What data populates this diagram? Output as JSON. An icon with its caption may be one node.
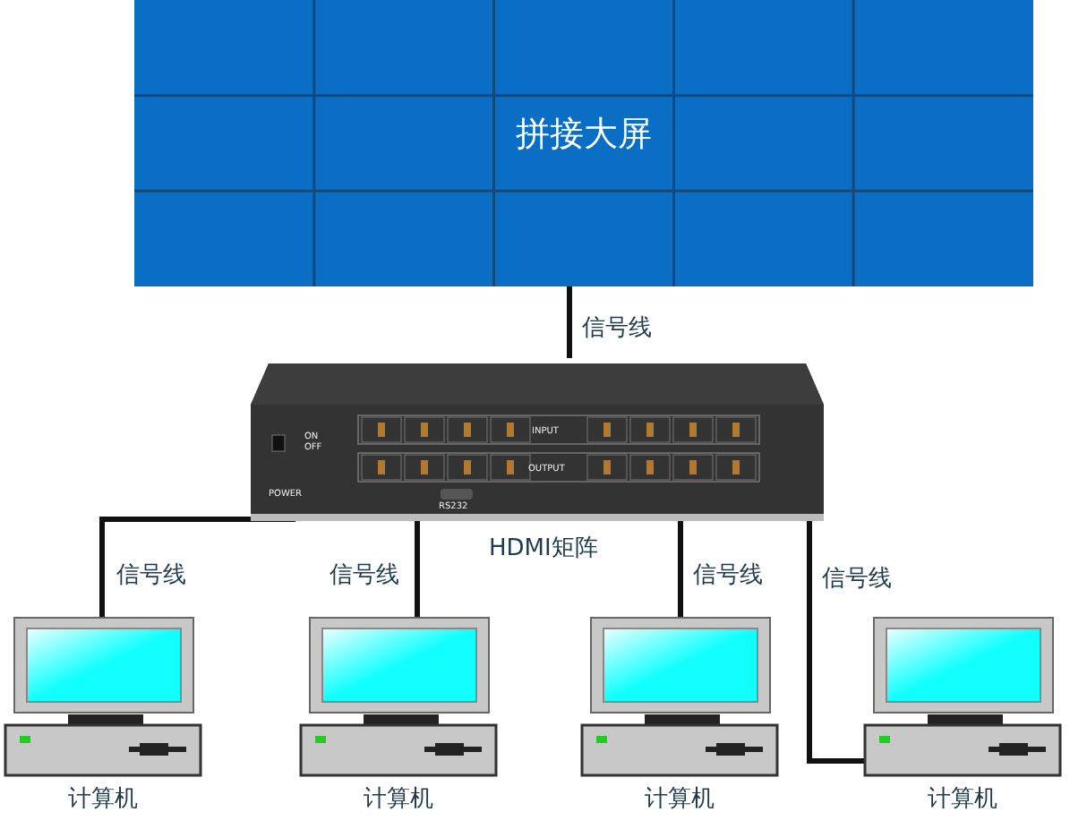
{
  "diagram": {
    "nodes": [
      {
        "text": [
          "拼接大屏"
        ]
      },
      {
        "text": [],
        "shape": "picture",
        "beside": [
          "HDMI矩阵"
        ]
      },
      {
        "text": [],
        "shape": "picture",
        "beside": [
          "计算机"
        ]
      },
      {
        "text": [],
        "shape": "picture",
        "beside": [
          "计算机"
        ]
      },
      {
        "text": [],
        "shape": "picture",
        "beside": [
          "计算机"
        ]
      },
      {
        "text": [],
        "shape": "picture",
        "beside": [
          "计算机"
        ]
      }
    ],
    "edges": [
      {
        "from": 1,
        "to": 0,
        "arrow": "none",
        "label": "信号线"
      },
      {
        "from": 1,
        "to": 2,
        "arrow": "none",
        "label": "信号线"
      },
      {
        "from": 1,
        "to": 3,
        "arrow": "none",
        "label": "信号线"
      },
      {
        "from": 1,
        "to": 4,
        "arrow": "none",
        "label": "信号线"
      },
      {
        "from": 1,
        "to": 5,
        "arrow": "none",
        "label": "信号线"
      }
    ],
    "labels": [
      "ON",
      "OFF",
      "INPUT",
      "OUTPUT",
      "POWER",
      "RS232"
    ]
  }
}
